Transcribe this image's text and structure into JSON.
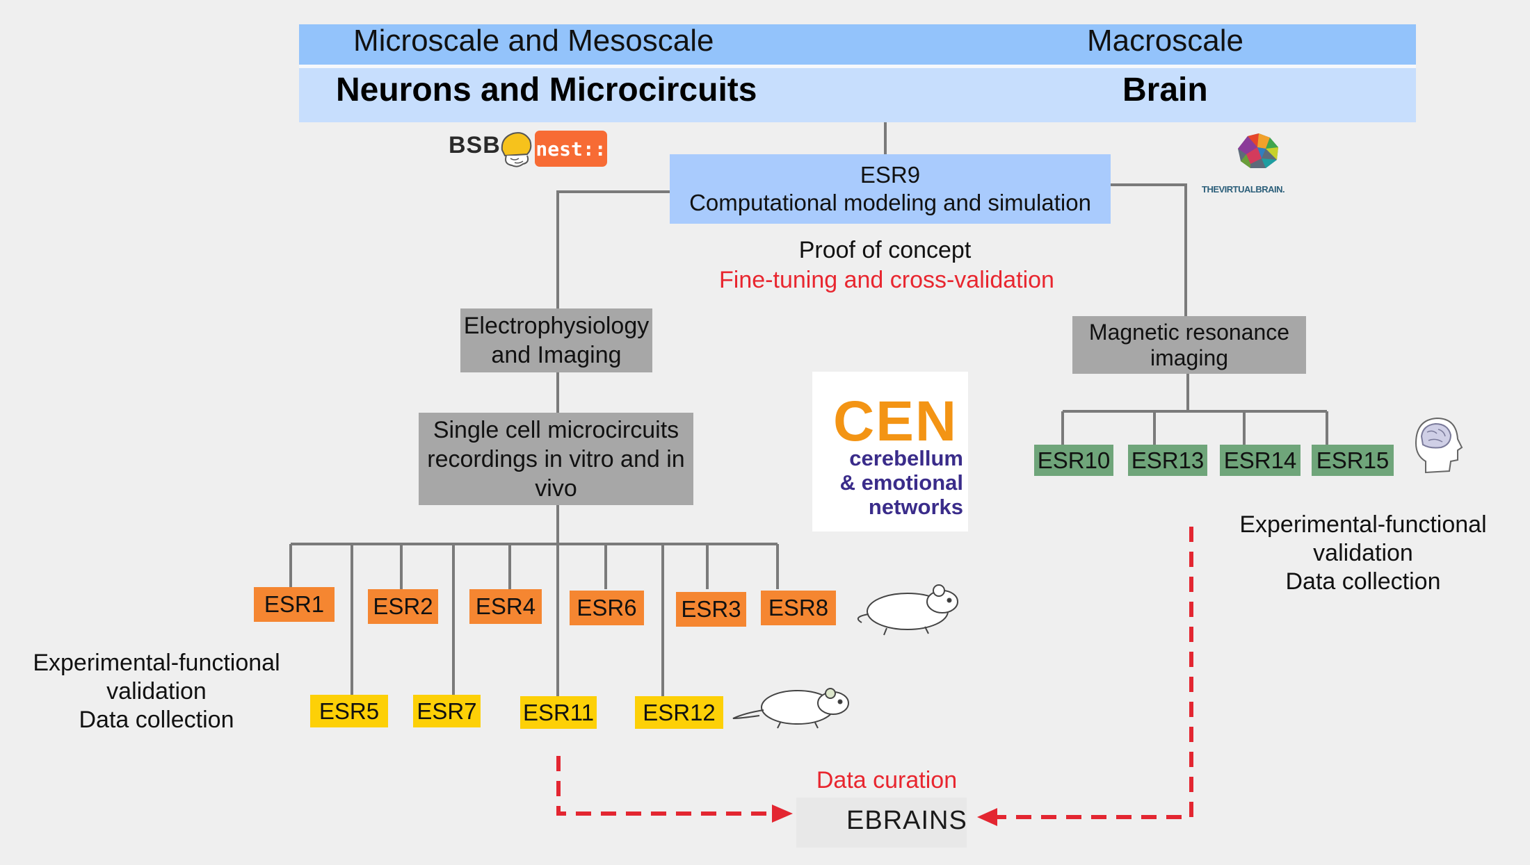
{
  "header": {
    "micro_label": "Microscale and Mesoscale",
    "macro_label": "Macroscale",
    "neurons_label": "Neurons and Microcircuits",
    "brain_label": "Brain"
  },
  "logos": {
    "bsb": "BSB",
    "nest": "nest::",
    "tvb": "THEVIRTUALBRAIN.",
    "cen_title": "CEN",
    "cen_line1": "cerebellum",
    "cen_line2": "& emotional",
    "cen_line3": "networks",
    "ebrains": "EBRAINS"
  },
  "central": {
    "line1": "ESR9",
    "line2": "Computational modeling and simulation",
    "proof": "Proof of concept",
    "finetune": "Fine-tuning and cross-validation"
  },
  "left_branch": {
    "ephys_line1": "Electrophysiology",
    "ephys_line2": "and Imaging",
    "single_line1": "Single cell microcircuits",
    "single_line2": "recordings in vitro and in",
    "single_line3": "vivo"
  },
  "right_branch": {
    "mri_line1": "Magnetic resonance",
    "mri_line2": "imaging"
  },
  "esr_orange": [
    "ESR1",
    "ESR2",
    "ESR4",
    "ESR6",
    "ESR3",
    "ESR8"
  ],
  "esr_yellow": [
    "ESR5",
    "ESR7",
    "ESR11",
    "ESR12"
  ],
  "esr_green": [
    "ESR10",
    "ESR13",
    "ESR14",
    "ESR15"
  ],
  "left_validation": {
    "line1": "Experimental-functional",
    "line2": "validation",
    "line3": "Data collection"
  },
  "right_validation": {
    "line1": "Experimental-functional",
    "line2": "validation",
    "line3": "Data collection"
  },
  "curation": "Data curation",
  "colors": {
    "header_dark": "#93c3fb",
    "header_light": "#c7defd",
    "esr9_box": "#a9cbfd",
    "gray_box": "#a7a7a7",
    "orange": "#f58631",
    "yellow": "#fdd007",
    "green": "#6fa57a",
    "red_text": "#e8262f",
    "cen_orange": "#f39414",
    "cen_purple": "#3a2c8a",
    "nest_orange": "#f76b34"
  }
}
